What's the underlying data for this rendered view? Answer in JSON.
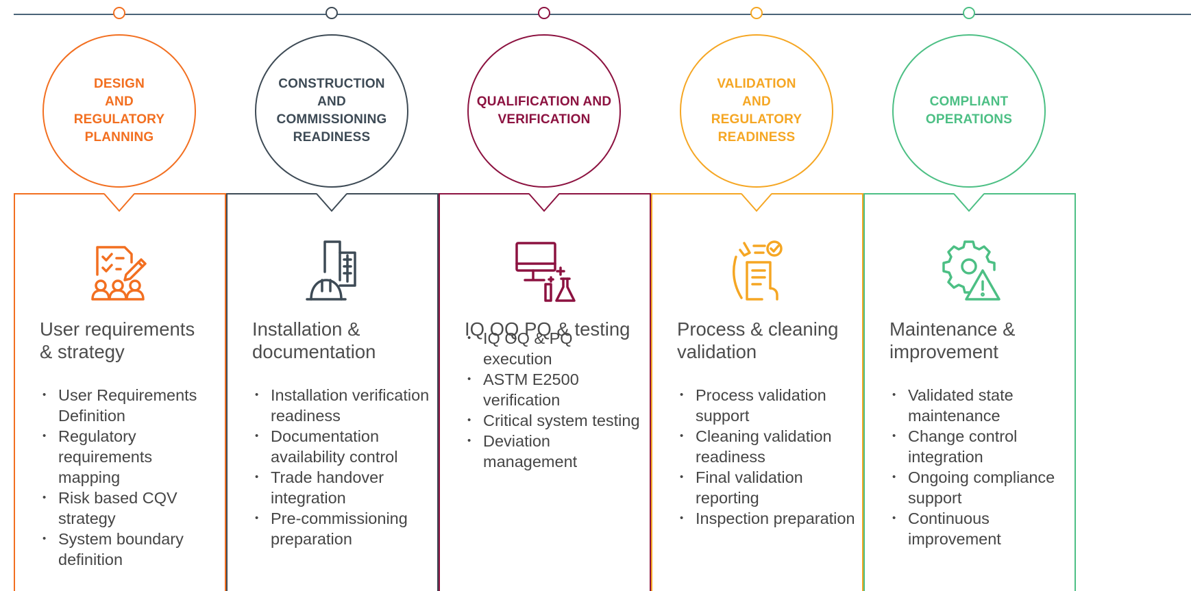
{
  "phases": [
    {
      "title_lines": [
        "Design",
        "and",
        "Regulatory",
        "Planning"
      ],
      "color": "#f26f20",
      "icon": "checklist-team-icon",
      "heading": "User requirements & strategy",
      "items": [
        "User Requirements Definition",
        "Regulatory requirements mapping",
        "Risk based CQV strategy",
        "System boundary definition"
      ]
    },
    {
      "title_lines": [
        "Construction",
        "and",
        "Commissioning",
        "Readiness"
      ],
      "color": "#3d4a55",
      "icon": "construction-building-icon",
      "heading": "Installation & documentation",
      "items": [
        "Installation verification readiness",
        "Documentation availability control",
        "Trade handover integration",
        "Pre-commissioning preparation"
      ]
    },
    {
      "title_lines": [
        "Qualification and",
        "Verification"
      ],
      "color": "#8c1240",
      "icon": "computer-lab-flask-icon",
      "heading": "IQ OQ PQ & testing",
      "items": [
        "IQ OQ & PQ execution",
        "ASTM E2500 verification",
        "Critical system testing",
        "Deviation management"
      ]
    },
    {
      "title_lines": [
        "Validation",
        "and",
        "Regulatory",
        "Readiness"
      ],
      "color": "#f5a623",
      "icon": "document-check-hand-icon",
      "heading": "Process & cleaning validation",
      "items": [
        "Process validation support",
        "Cleaning validation readiness",
        "Final validation reporting",
        "Inspection preparation"
      ]
    },
    {
      "title_lines": [
        "Compliant",
        "Operations"
      ],
      "color": "#4cbf84",
      "icon": "gear-warning-icon",
      "heading": "Maintenance & improvement",
      "items": [
        "Validated state maintenance",
        "Change control integration",
        "Ongoing compliance support",
        "Continuous improvement"
      ]
    }
  ]
}
